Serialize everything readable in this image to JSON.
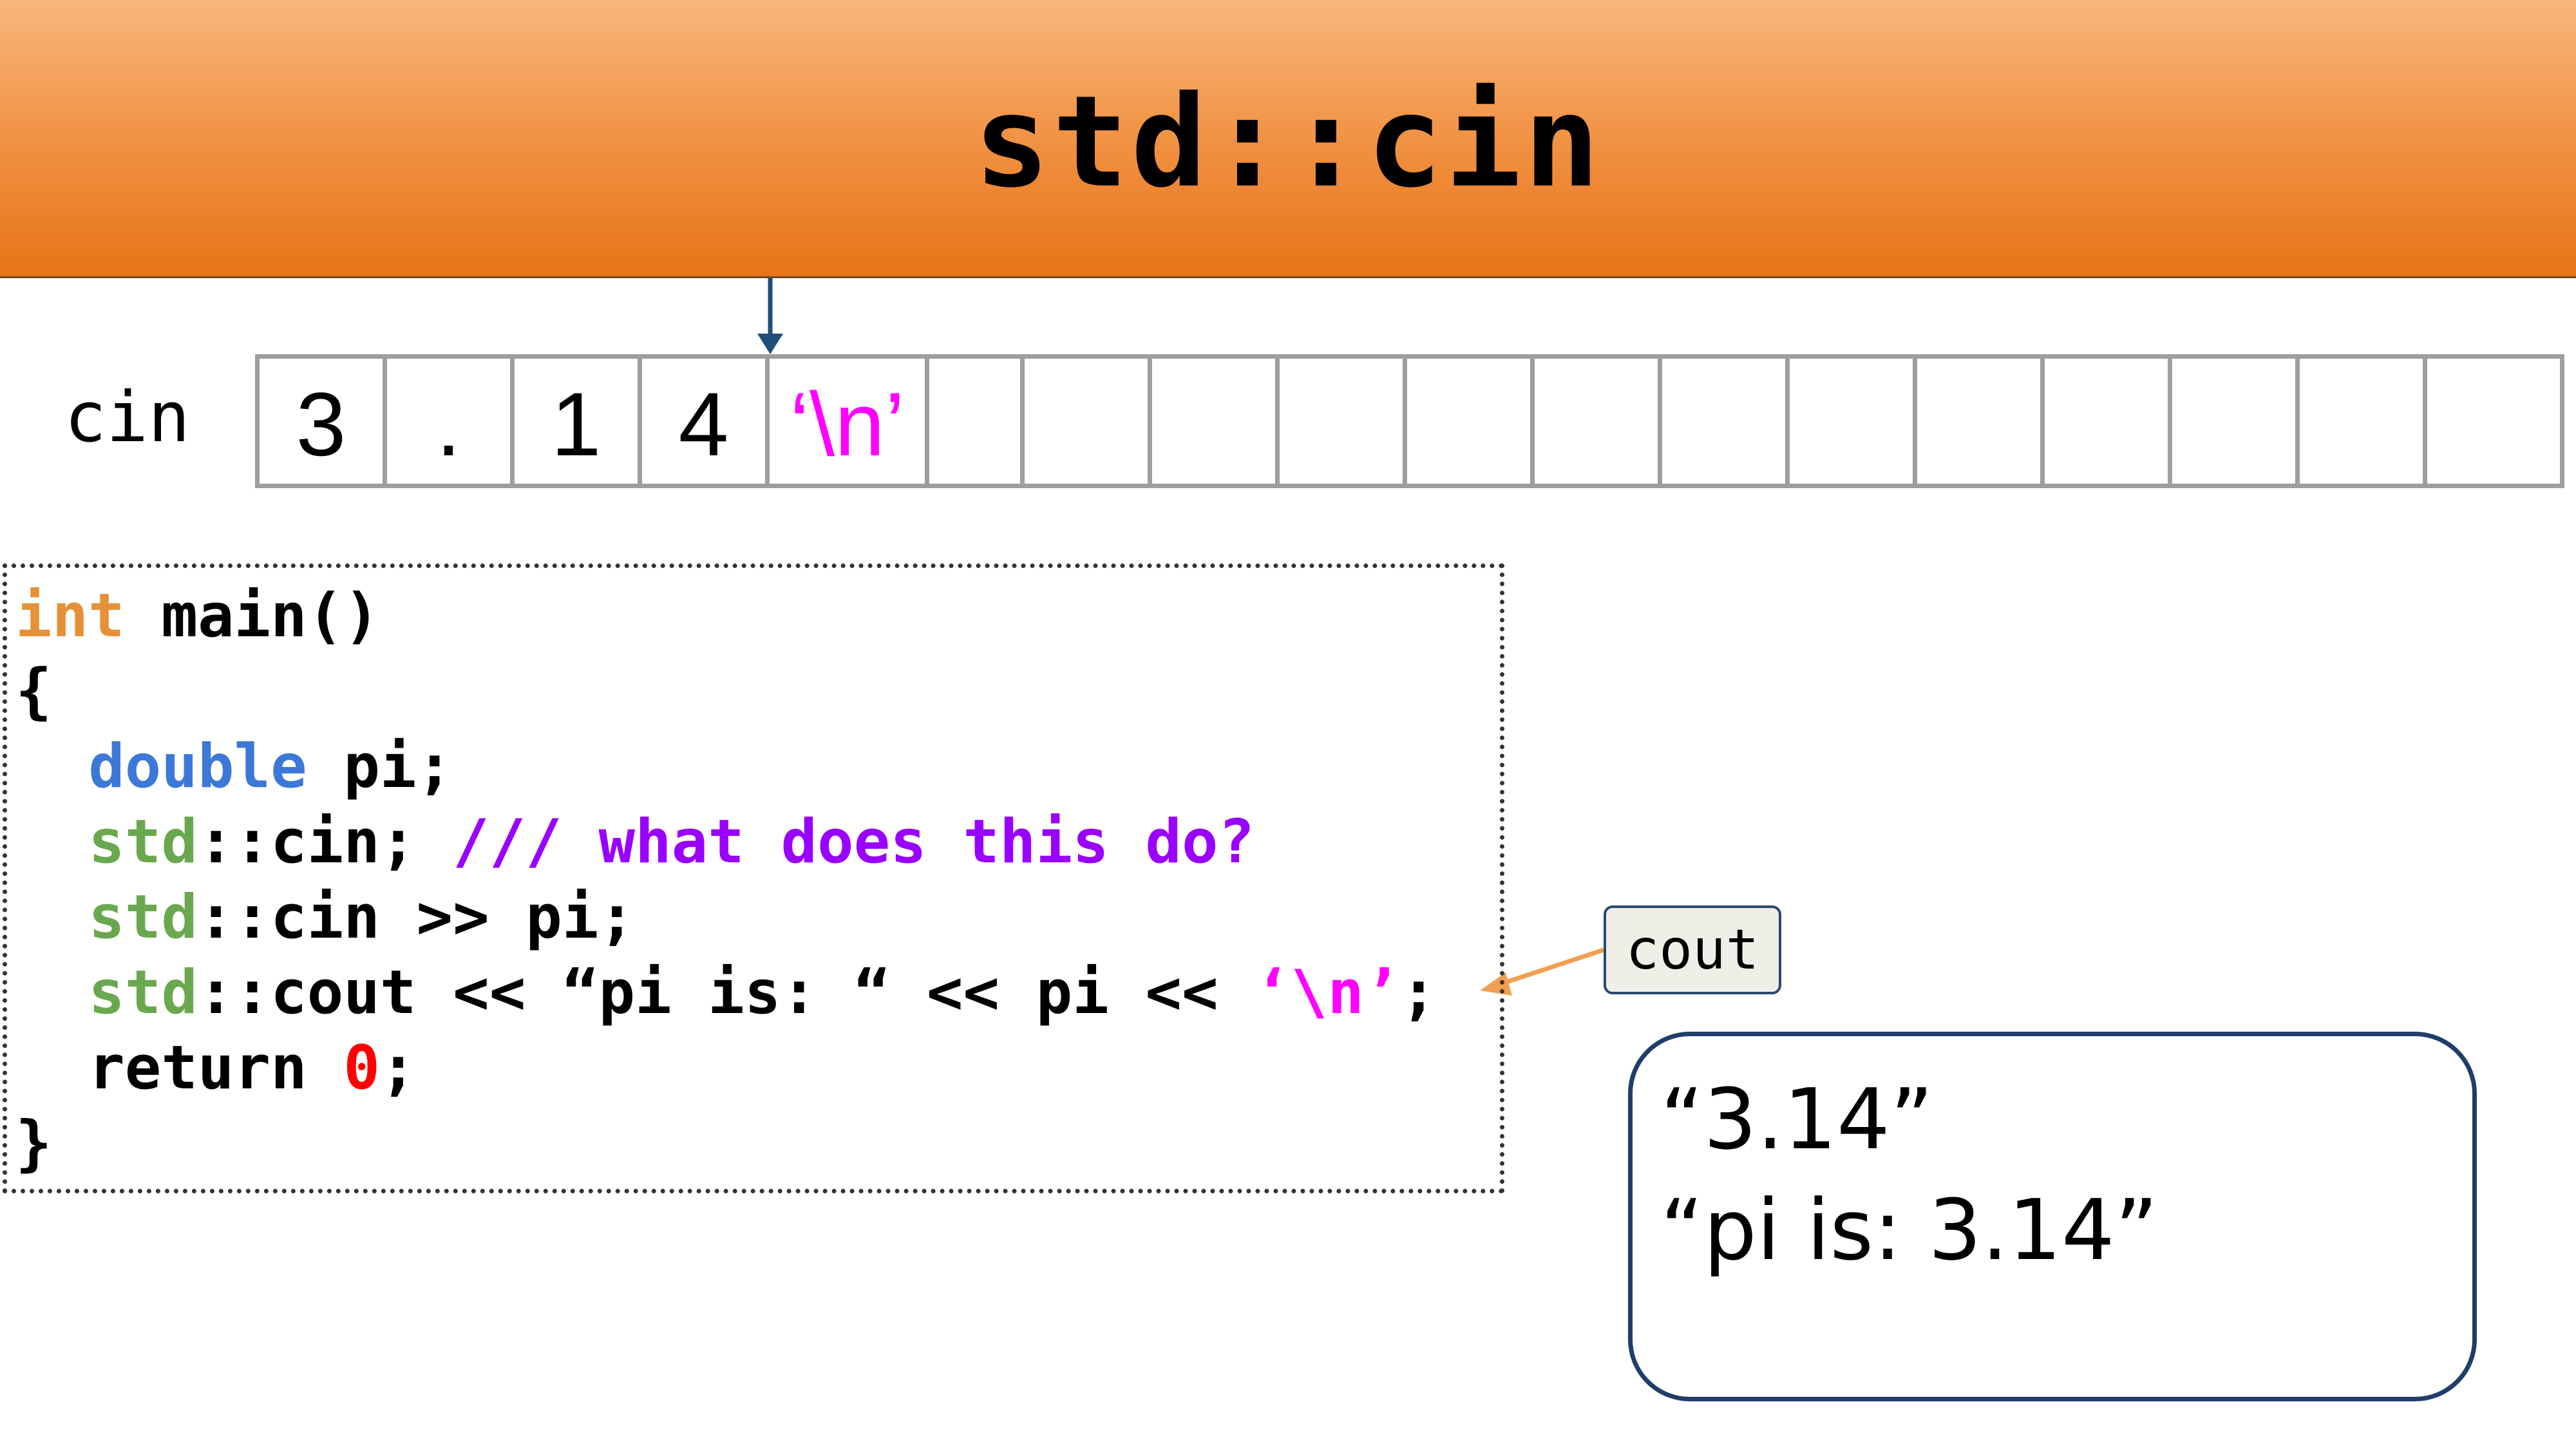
{
  "title": "std::cin",
  "buffer": {
    "label": "cin",
    "cells": [
      "3",
      ".",
      "1",
      "4",
      "‘\\n’",
      "",
      "",
      "",
      "",
      "",
      "",
      "",
      "",
      "",
      "",
      "",
      "",
      ""
    ]
  },
  "code": {
    "lines": [
      [
        {
          "t": "int",
          "c": "k-orange"
        },
        {
          "t": " main()"
        }
      ],
      [
        {
          "t": "{"
        }
      ],
      [
        {
          "t": "  "
        },
        {
          "t": "double",
          "c": "k-blue"
        },
        {
          "t": " pi;"
        }
      ],
      [
        {
          "t": "  "
        },
        {
          "t": "std",
          "c": "k-green"
        },
        {
          "t": "::cin; "
        },
        {
          "t": "/// what does this do?",
          "c": "k-purple"
        }
      ],
      [
        {
          "t": "  "
        },
        {
          "t": "std",
          "c": "k-green"
        },
        {
          "t": "::cin >> pi;"
        }
      ],
      [
        {
          "t": "  "
        },
        {
          "t": "std",
          "c": "k-green"
        },
        {
          "t": "::cout << “pi is: “ << pi << "
        },
        {
          "t": "‘\\n’",
          "c": "k-magenta"
        },
        {
          "t": ";"
        }
      ],
      [
        {
          "t": "  return "
        },
        {
          "t": "0",
          "c": "k-red"
        },
        {
          "t": ";"
        }
      ],
      [
        {
          "t": "}"
        }
      ]
    ]
  },
  "cout_label": "cout",
  "output": {
    "lines": [
      "“3.14”",
      "“pi is: 3.14”"
    ]
  },
  "colors": {
    "banner_top": "#f8b67c",
    "banner_bottom": "#e77418",
    "pointer_arrow": "#1f4e79",
    "cout_arrow": "#f0a050",
    "newline": "#ff00ff",
    "keyword_type": "#e69138",
    "keyword_double": "#3c78d8",
    "namespace": "#6aa84f",
    "comment": "#9900ff",
    "number": "#ff0000"
  }
}
